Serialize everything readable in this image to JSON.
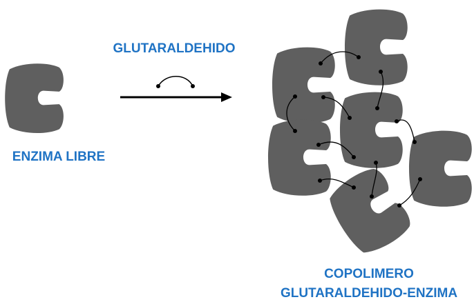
{
  "labels": {
    "reagent": "GLUTARALDEHIDO",
    "free_enzyme": "ENZIMA LIBRE",
    "product_line1": "COPOLIMERO",
    "product_line2": "GLUTARALDEHIDO-ENZIMA"
  },
  "colors": {
    "label_blue": "#1f73c4",
    "enzyme_gray": "#5f5f5f",
    "line_black": "#000000"
  },
  "icons": {
    "enzyme_shape": "enzyme-c-shape-icon",
    "crosslinker": "glutaraldehyde-bridge-icon",
    "reaction_arrow": "right-arrow-icon"
  }
}
